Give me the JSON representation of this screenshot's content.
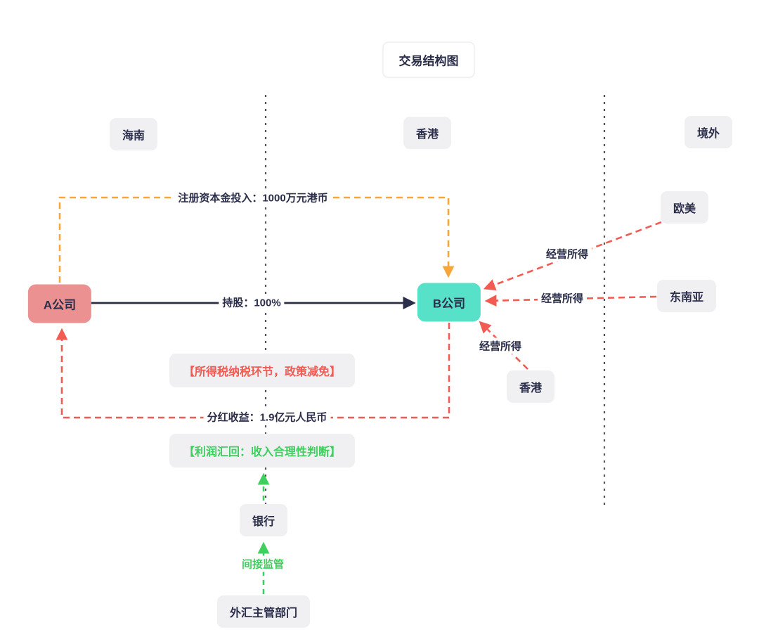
{
  "title": "交易结构图",
  "regions": {
    "left": "海南",
    "middle": "香港",
    "right": "境外"
  },
  "nodes": {
    "company_a": "A公司",
    "company_b": "B公司",
    "europe_america": "欧美",
    "southeast_asia": "东南亚",
    "hongkong_source": "香港",
    "bank": "银行",
    "forex_authority": "外汇主管部门"
  },
  "edges": {
    "capital_injection": "注册资本金投入：1000万元港币",
    "shareholding": "持股：100%",
    "dividend": "分红收益：1.9亿元人民币",
    "operating_income_1": "经营所得",
    "operating_income_2": "经营所得",
    "operating_income_3": "经营所得",
    "indirect_supervision": "间接监管"
  },
  "notes": {
    "tax_stage": "【所得税纳税环节，政策减免】",
    "profit_repatriation": "【利润汇回：收入合理性判断】"
  },
  "colors": {
    "navy_text": "#2b2e4a",
    "company_a_bg": "#eb9191",
    "company_b_bg": "#56e1c8",
    "node_bg": "#f0f0f3",
    "orange_line": "#f5a73b",
    "red_line": "#f15b52",
    "green_line": "#3fcf5f",
    "guide_line": "#52525e"
  }
}
